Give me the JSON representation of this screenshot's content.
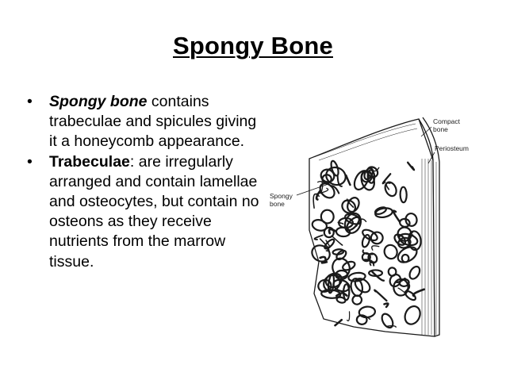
{
  "title": "Spongy Bone",
  "bullets": [
    {
      "marker": "•",
      "lead_space": " ",
      "lead": "Spongy bone",
      "rest": " contains trabeculae and spicules giving it a honeycomb appearance."
    },
    {
      "marker": "•",
      "lead_space": "",
      "lead": "Trabeculae",
      "rest": ": are irregularly arranged and contain lamellae and osteocytes, but contain no osteons as they receive nutrients from the marrow tissue."
    }
  ],
  "figure": {
    "labels": {
      "compact_line1": "Compact",
      "compact_line2": "bone",
      "periosteum": "Periosteum",
      "spongy_line1": "Spongy",
      "spongy_line2": "bone"
    }
  },
  "colors": {
    "text": "#000000",
    "background": "#ffffff",
    "drawing": "#1a1a1a"
  }
}
